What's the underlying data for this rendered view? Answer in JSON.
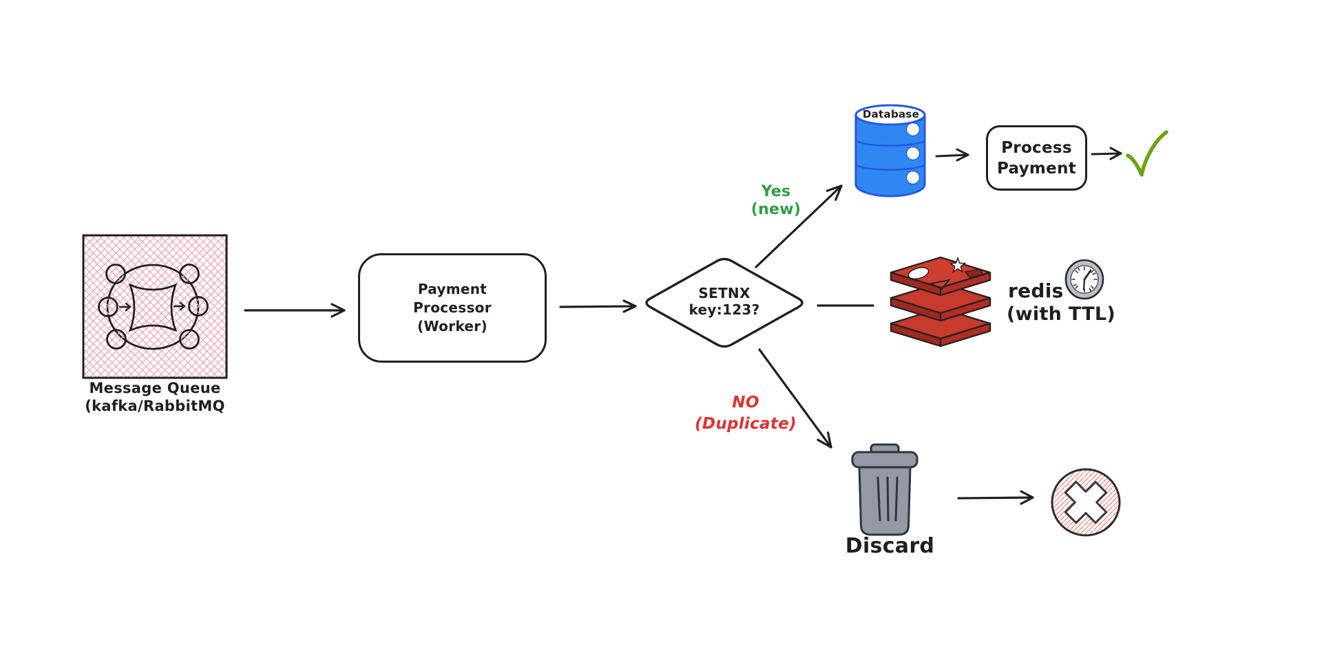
{
  "diagram": {
    "type": "flowchart",
    "style": "hand-drawn whiteboard (excalidraw-like)",
    "background": "#ffffff"
  },
  "message_queue": {
    "icon": "message-queue-icon",
    "label_line1": "Message Queue",
    "label_line2": "(kafka/RabbitMQ",
    "hatch_color": "#f0a3b4"
  },
  "payment_processor": {
    "line1": "Payment",
    "line2": "Processor",
    "line3": "(Worker)"
  },
  "decision": {
    "shape": "diamond",
    "line1": "SETNX",
    "line2": "key:123?"
  },
  "branch_yes": {
    "line1": "Yes",
    "line2": "(new)",
    "color": "#2f9e44"
  },
  "branch_no": {
    "line1": "NO",
    "line2": "(Duplicate)",
    "color": "#e03131"
  },
  "database": {
    "icon": "database-icon",
    "label": "Database",
    "fill": "#2f88f2",
    "stroke": "#2457e5"
  },
  "process_payment": {
    "line1": "Process",
    "line2": "Payment"
  },
  "success": {
    "icon": "checkmark-icon",
    "color": "#6ba412"
  },
  "redis": {
    "icon": "redis-icon",
    "label": "redis",
    "ttl_label": "(with TTL)",
    "clock_icon": "clock-icon",
    "fill": "#c73a2d"
  },
  "discard": {
    "icon": "trash-icon",
    "label": "Discard",
    "trash_color": "#939aa5"
  },
  "failure": {
    "icon": "x-circle-icon",
    "hatch_color": "#f08f86"
  },
  "ink_color": "#1f1f1f"
}
